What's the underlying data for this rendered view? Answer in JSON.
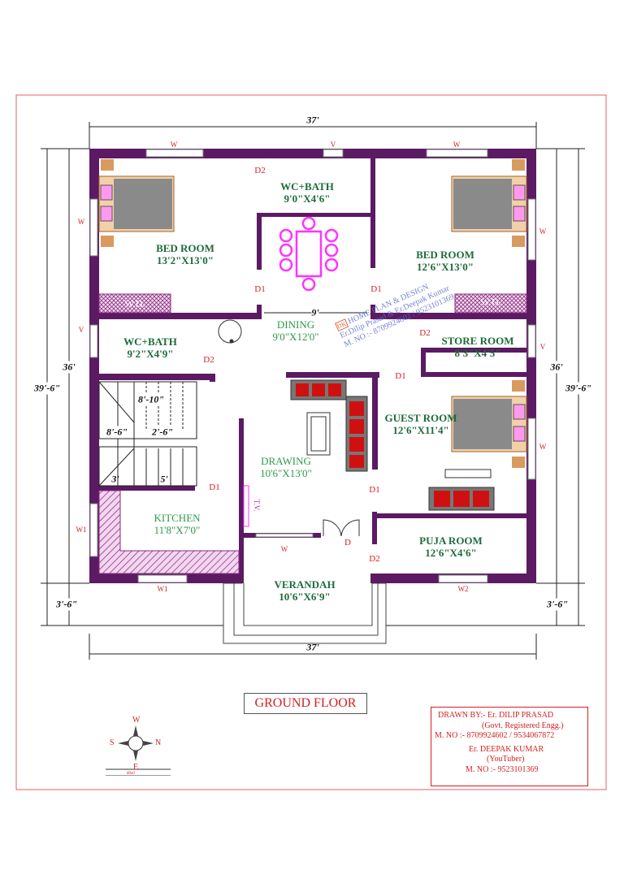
{
  "drawing_title": "GROUND FLOOR",
  "overall_dimensions": {
    "top": "37'",
    "bottom": "37'",
    "left_inner": "36'",
    "left_outer": "39'-6\"",
    "right_inner": "36'",
    "right_outer": "39'-6\"",
    "left_verandah": "3'-6\"",
    "right_verandah": "3'-6\""
  },
  "rooms": [
    {
      "name": "BED ROOM",
      "size": "13'2\"X13'0\""
    },
    {
      "name": "WC+BATH",
      "size": "9'0\"X4'6\""
    },
    {
      "name": "BED ROOM",
      "size": "12'6\"X13'0\""
    },
    {
      "name": "WC+BATH",
      "size": "9'2\"X4'9\""
    },
    {
      "name": "DINING",
      "size": "9'0\"X12'0\""
    },
    {
      "name": "STORE ROOM",
      "size": "8'3\"X4'5\""
    },
    {
      "name": "GUEST ROOM",
      "size": "12'6\"X11'4\""
    },
    {
      "name": "DRAWING",
      "size": "10'6\"X13'0\""
    },
    {
      "name": "KITCHEN",
      "size": "11'8\"X7'0\""
    },
    {
      "name": "PUJA ROOM",
      "size": "12'6\"X4'6\""
    },
    {
      "name": "VERANDAH",
      "size": "10'6\"X6'9\""
    }
  ],
  "stair_dimensions": {
    "width": "8'-10\"",
    "length": "8'-6\"",
    "gap": "2'-6\"",
    "landing": "3'",
    "flight": "5'"
  },
  "dining_span": "9'",
  "openings": {
    "d1": "D1",
    "d2": "D2",
    "d": "D",
    "w": "W",
    "w1": "W1",
    "w2": "W2",
    "v": "V",
    "wd": "W.D.",
    "tv": "T.V."
  },
  "watermark": {
    "line1": "HOME PLAN & DESIGN",
    "line2": "Er.Dilip Prasad & Er.Deepak Kumar",
    "line3": "M. NO :- 8709924602 / 9523101369",
    "logo": "DK"
  },
  "compass": {
    "north": "N",
    "south": "S",
    "east": "E",
    "west": "W",
    "scale": "80x0"
  },
  "credits": {
    "line1": "DRAWN BY:-  Er. DILIP PRASAD",
    "line2": "(Govt. Registered Engg.)",
    "line3": "M. NO :- 8709924602 / 9534067872",
    "line4": "Er. DEEPAK KUMAR",
    "line5": "(YouTuber)",
    "line6": "M. NO :- 9523101369"
  },
  "colors": {
    "wall": "#5b1a63",
    "furniture": "#ff33ff",
    "label": "#1e6b3a",
    "annotation": "#d42020"
  }
}
